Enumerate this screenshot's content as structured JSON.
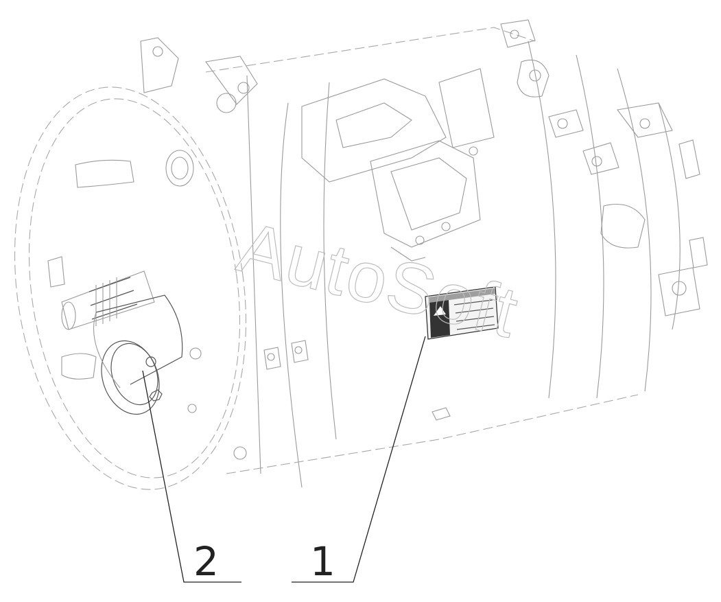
{
  "callouts": [
    {
      "id": "2",
      "label": "2"
    },
    {
      "id": "1",
      "label": "1"
    }
  ],
  "watermark": {
    "text": "AutoSoft"
  },
  "colors": {
    "line": "#9a9a9a",
    "leader": "#222222",
    "background": "#ffffff"
  }
}
